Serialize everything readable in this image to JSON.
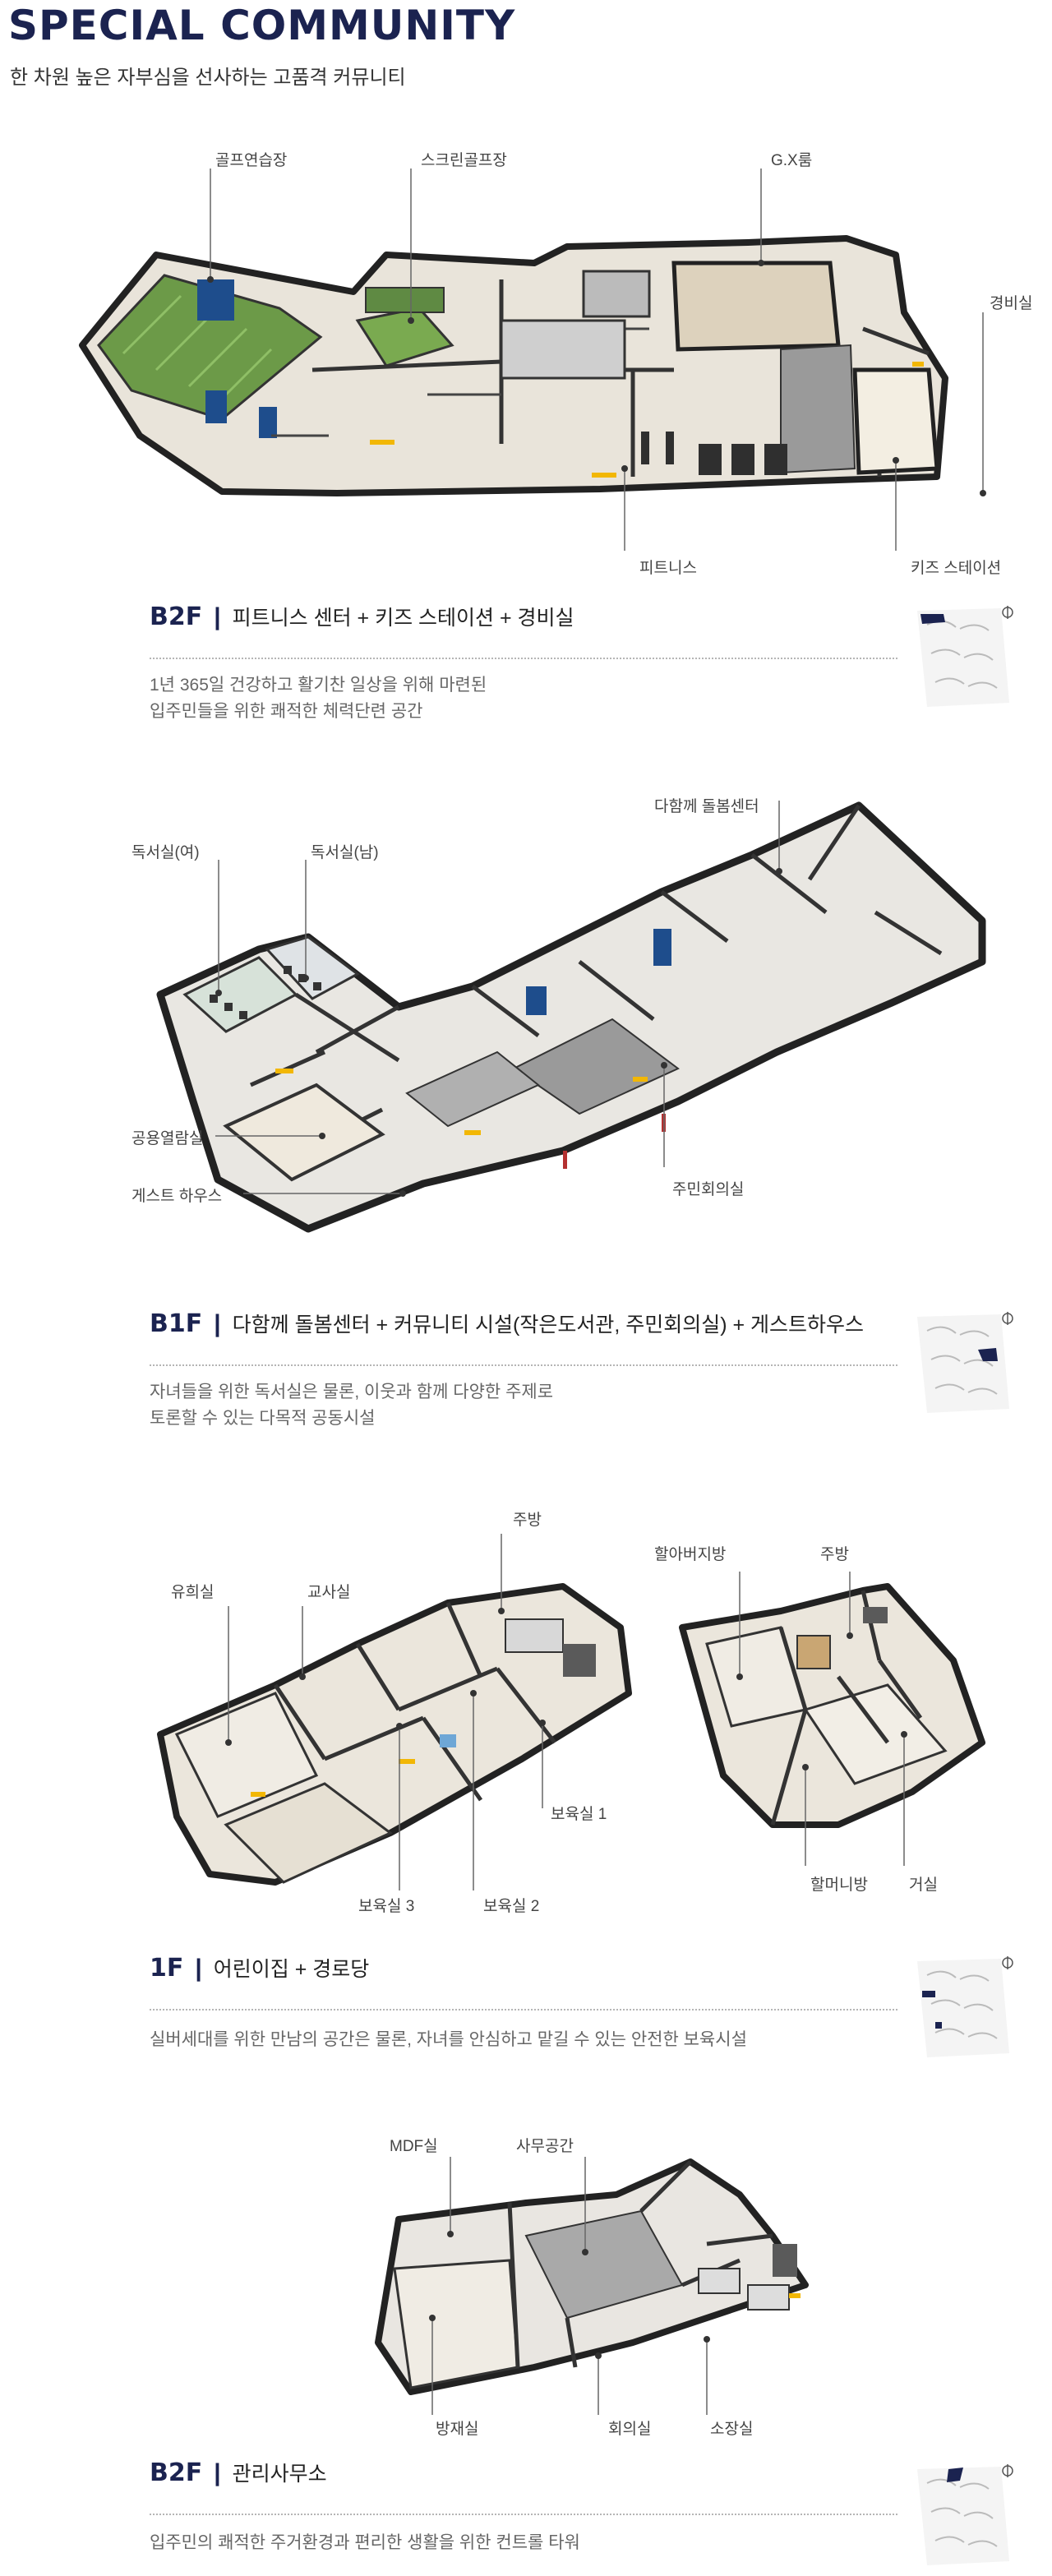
{
  "header": {
    "title": "SPECIAL COMMUNITY",
    "subtitle": "한 차원 높은 자부심을 선사하는 고품격 커뮤니티"
  },
  "colors": {
    "navy": "#1b2350",
    "wall": "#2a2a2a",
    "floor": "#e8e2d6",
    "grass": "#6c9a48",
    "gray_floor": "#9a9a9a"
  },
  "sections": [
    {
      "floor": "B2F",
      "title": "피트니스 센터 + 키즈 스테이션 + 경비실",
      "desc": [
        "1년 365일 건강하고 활기찬 일상을 위해 마련된",
        "입주민들을 위한 쾌적한 체력단련 공간"
      ],
      "labels": [
        "골프연습장",
        "스크린골프장",
        "G.X룸",
        "경비실",
        "피트니스",
        "키즈 스테이션"
      ]
    },
    {
      "floor": "B1F",
      "title": "다함께 돌봄센터 + 커뮤니티 시설(작은도서관, 주민회의실) + 게스트하우스",
      "desc": [
        "자녀들을 위한 독서실은 물론, 이웃과 함께 다양한 주제로",
        "토론할 수 있는 다목적 공동시설"
      ],
      "labels": [
        "독서실(여)",
        "독서실(남)",
        "다함께 돌봄센터",
        "공용열람실",
        "게스트 하우스",
        "주민회의실"
      ]
    },
    {
      "floor": "1F",
      "title": "어린이집 + 경로당",
      "desc": [
        "실버세대를 위한 만남의 공간은 물론, 자녀를 안심하고 맡길 수 있는 안전한 보육시설"
      ],
      "labels": [
        "유희실",
        "교사실",
        "주방",
        "보육실 1",
        "보육실 3",
        "보육실 2",
        "할아버지방",
        "주방",
        "할머니방",
        "거실"
      ]
    },
    {
      "floor": "B2F",
      "title": "관리사무소",
      "desc": [
        "입주민의 쾌적한 주거환경과 편리한 생활을 위한 컨트롤 타워"
      ],
      "labels": [
        "MDF실",
        "사무공간",
        "방재실",
        "회의실",
        "소장실"
      ]
    }
  ]
}
